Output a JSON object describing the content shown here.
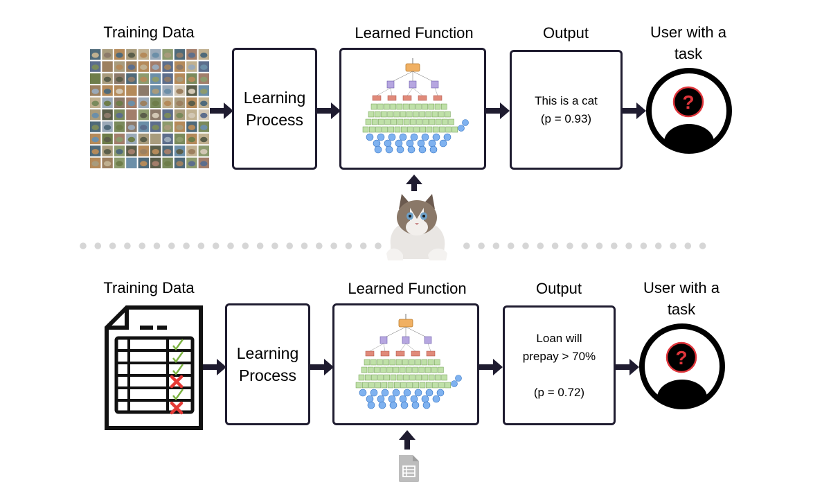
{
  "top": {
    "training_data_label": "Training Data",
    "learning_process_label": "Learning\nProcess",
    "learned_function_label": "Learned Function",
    "output_title": "Output",
    "output_text": "This is a cat\n(p = 0.93)",
    "user_label": "User with a\ntask",
    "user_icon_glyph": "?"
  },
  "bottom": {
    "training_data_label": "Training Data",
    "learning_process_label": "Learning\nProcess",
    "learned_function_label": "Learned Function",
    "output_title": "Output",
    "output_text": "Loan will\nprepay > 70%\n\n(p = 0.72)",
    "user_label": "User with a\ntask",
    "user_icon_glyph": "?"
  },
  "colors": {
    "box_border": "#1f1c30",
    "arrow": "#1f1c30",
    "question_red": "#e0353b",
    "check_green": "#7cb342",
    "cross_red": "#e53935",
    "divider_dots": "#d6d6d6",
    "doc_icon_gray": "#bdbdbd"
  }
}
